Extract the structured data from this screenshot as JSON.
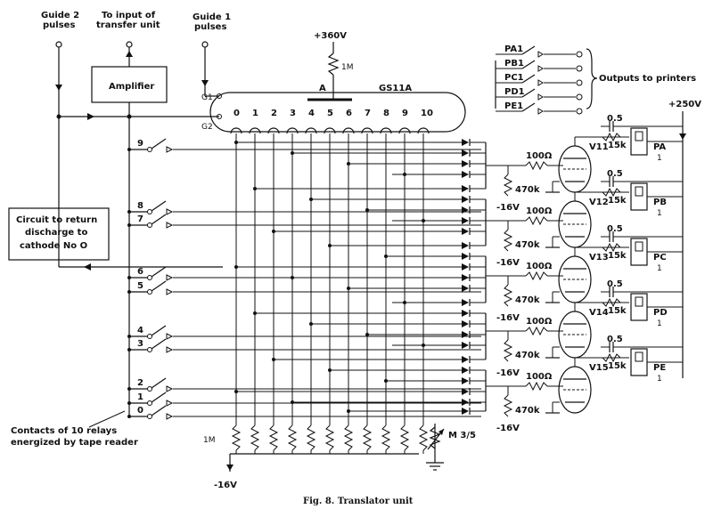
{
  "labels": {
    "guide2": [
      "Guide 2",
      "pulses"
    ],
    "input_transfer": [
      "To input of",
      "transfer unit"
    ],
    "guide1": [
      "Guide 1",
      "pulses"
    ],
    "amplifier": "Amplifier",
    "hv": "+360V",
    "anode_res": "1M",
    "anode": "A",
    "tube": "GS11A",
    "g1": "G1",
    "g2": "G2",
    "cathodes": [
      "0",
      "1",
      "2",
      "3",
      "4",
      "5",
      "6",
      "7",
      "8",
      "9",
      "10"
    ],
    "return_circuit": [
      "Circuit to return",
      "discharge to",
      "cathode No O"
    ],
    "contacts": [
      "Contacts of 10 relays",
      "energized by tape reader"
    ],
    "relays": [
      "9",
      "8",
      "7",
      "6",
      "5",
      "4",
      "3",
      "2",
      "1",
      "0"
    ],
    "printer_switches": [
      "PA1",
      "PB1",
      "PC1",
      "PD1",
      "PE1"
    ],
    "outputs": "Outputs to printers",
    "b_plus": "+250V",
    "cap": "0.5",
    "res_grid": "100Ω",
    "res_470": "470k",
    "res_15": "15k",
    "neg16": "-16V",
    "valves": [
      "V11",
      "V12",
      "V13",
      "V14",
      "V15"
    ],
    "printers": [
      "PA",
      "PB",
      "PC",
      "PD",
      "PE"
    ],
    "printer_sub": "1",
    "bottom_res": "1M",
    "meter": "M 3/5",
    "caption": "Fig. 8.  Translator unit"
  }
}
